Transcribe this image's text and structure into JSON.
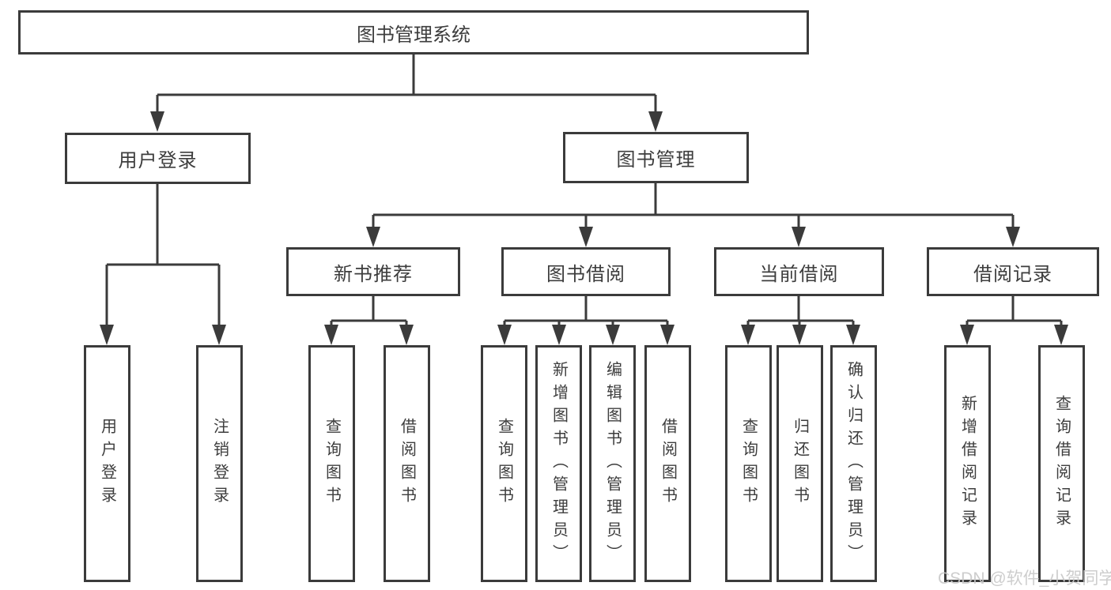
{
  "diagram": {
    "title": "图书管理系统",
    "type": "hierarchy",
    "colors": {
      "line": "#3b3b3b",
      "box_border": "#3b3b3b",
      "text": "#3d3d3d",
      "background": "#ffffff",
      "watermark_text_color": "#c9c9c9"
    },
    "root": {
      "label": "图书管理系统"
    },
    "level2": [
      {
        "label": "用户登录",
        "parent": "图书管理系统"
      },
      {
        "label": "图书管理",
        "parent": "图书管理系统"
      }
    ],
    "level3": [
      {
        "label": "新书推荐",
        "parent": "图书管理"
      },
      {
        "label": "图书借阅",
        "parent": "图书管理"
      },
      {
        "label": "当前借阅",
        "parent": "图书管理"
      },
      {
        "label": "借阅记录",
        "parent": "图书管理"
      }
    ],
    "leaves": [
      {
        "label": "用户登录",
        "parent": "用户登录"
      },
      {
        "label": "注销登录",
        "parent": "用户登录"
      },
      {
        "label": "查询图书",
        "parent": "新书推荐"
      },
      {
        "label": "借阅图书",
        "parent": "新书推荐"
      },
      {
        "label": "查询图书",
        "parent": "图书借阅"
      },
      {
        "label": "新增图书（管理员）",
        "parent": "图书借阅"
      },
      {
        "label": "编辑图书（管理员）",
        "parent": "图书借阅"
      },
      {
        "label": "借阅图书",
        "parent": "图书借阅"
      },
      {
        "label": "查询图书",
        "parent": "当前借阅"
      },
      {
        "label": "归还图书",
        "parent": "当前借阅"
      },
      {
        "label": "确认归还（管理员）",
        "parent": "当前借阅"
      },
      {
        "label": "新增借阅记录",
        "parent": "借阅记录"
      },
      {
        "label": "查询借阅记录",
        "parent": "借阅记录"
      }
    ],
    "watermark": "CSDN @软件_小贺同学"
  }
}
